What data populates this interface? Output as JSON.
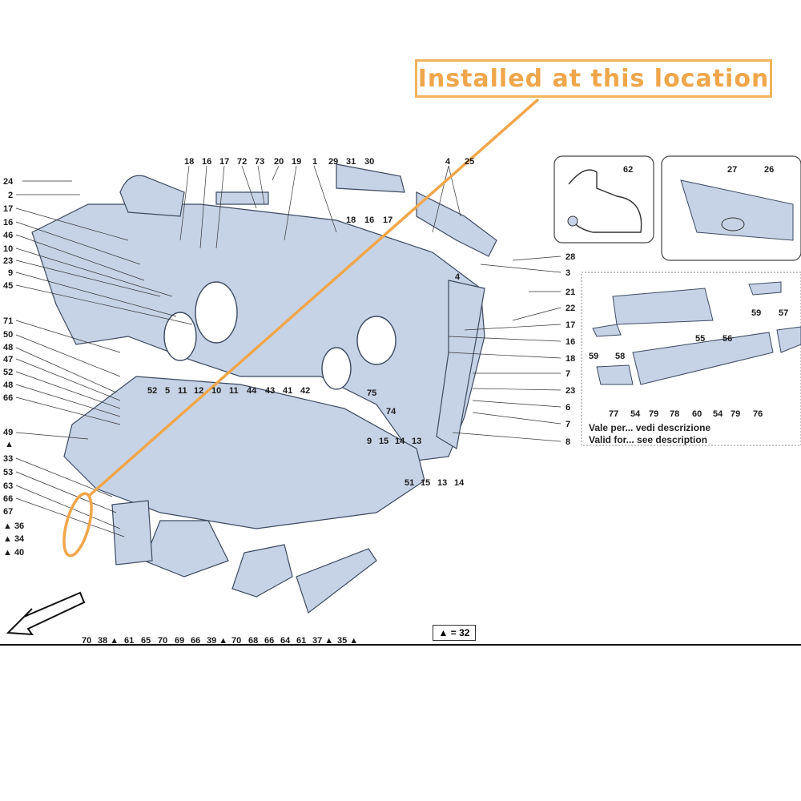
{
  "callout": {
    "text": "Installed at this location",
    "color": "#f0a64a"
  },
  "legend": {
    "text": "▲ = 32"
  },
  "note": {
    "line1": "Vale per... vedi descrizione",
    "line2": "Valid for... see description"
  },
  "colors": {
    "part_fill": "#c6d3e6",
    "part_stroke": "#3b4a60",
    "callout": "#f0a64a"
  },
  "labels": [
    {
      "id": "l-24",
      "text": "24"
    },
    {
      "id": "l-2",
      "text": "2"
    },
    {
      "id": "l-17a",
      "text": "17"
    },
    {
      "id": "l-16a",
      "text": "16"
    },
    {
      "id": "l-46",
      "text": "46"
    },
    {
      "id": "l-10",
      "text": "10"
    },
    {
      "id": "l-23a",
      "text": "23"
    },
    {
      "id": "l-9a",
      "text": "9"
    },
    {
      "id": "l-45",
      "text": "45"
    },
    {
      "id": "l-71",
      "text": "71"
    },
    {
      "id": "l-50",
      "text": "50"
    },
    {
      "id": "l-48a",
      "text": "48"
    },
    {
      "id": "l-47",
      "text": "47"
    },
    {
      "id": "l-52a",
      "text": "52"
    },
    {
      "id": "l-48b",
      "text": "48"
    },
    {
      "id": "l-66a",
      "text": "66"
    },
    {
      "id": "l-49",
      "text": "49"
    },
    {
      "id": "l-tri1",
      "text": "▲"
    },
    {
      "id": "l-33",
      "text": "33"
    },
    {
      "id": "l-53",
      "text": "53"
    },
    {
      "id": "l-63",
      "text": "63"
    },
    {
      "id": "l-66b",
      "text": "66"
    },
    {
      "id": "l-67",
      "text": "67"
    },
    {
      "id": "l-36",
      "text": "▲ 36"
    },
    {
      "id": "l-34",
      "text": "▲ 34"
    },
    {
      "id": "l-40",
      "text": "▲ 40"
    },
    {
      "id": "t-18a",
      "text": "18"
    },
    {
      "id": "t-16a",
      "text": "16"
    },
    {
      "id": "t-17b",
      "text": "17"
    },
    {
      "id": "t-72",
      "text": "72"
    },
    {
      "id": "t-73",
      "text": "73"
    },
    {
      "id": "t-20",
      "text": "20"
    },
    {
      "id": "t-19",
      "text": "19"
    },
    {
      "id": "t-1",
      "text": "1"
    },
    {
      "id": "t-29",
      "text": "29"
    },
    {
      "id": "t-31",
      "text": "31"
    },
    {
      "id": "t-30",
      "text": "30"
    },
    {
      "id": "t-4a",
      "text": "4"
    },
    {
      "id": "t-25",
      "text": "25"
    },
    {
      "id": "t-18b",
      "text": "18"
    },
    {
      "id": "t-16b",
      "text": "16"
    },
    {
      "id": "t-17c",
      "text": "17"
    },
    {
      "id": "r-28",
      "text": "28"
    },
    {
      "id": "r-4b",
      "text": "4"
    },
    {
      "id": "r-3",
      "text": "3"
    },
    {
      "id": "r-21",
      "text": "21"
    },
    {
      "id": "r-22",
      "text": "22"
    },
    {
      "id": "r-17d",
      "text": "17"
    },
    {
      "id": "r-16c",
      "text": "16"
    },
    {
      "id": "r-18c",
      "text": "18"
    },
    {
      "id": "r-7a",
      "text": "7"
    },
    {
      "id": "r-23b",
      "text": "23"
    },
    {
      "id": "r-6",
      "text": "6"
    },
    {
      "id": "r-7b",
      "text": "7"
    },
    {
      "id": "r-8",
      "text": "8"
    },
    {
      "id": "m-52b",
      "text": "52"
    },
    {
      "id": "m-5",
      "text": "5"
    },
    {
      "id": "m-11a",
      "text": "11"
    },
    {
      "id": "m-12",
      "text": "12"
    },
    {
      "id": "m-10b",
      "text": "10"
    },
    {
      "id": "m-11b",
      "text": "11"
    },
    {
      "id": "m-44",
      "text": "44"
    },
    {
      "id": "m-43",
      "text": "43"
    },
    {
      "id": "m-41",
      "text": "41"
    },
    {
      "id": "m-42",
      "text": "42"
    },
    {
      "id": "m-75",
      "text": "75"
    },
    {
      "id": "m-74",
      "text": "74"
    },
    {
      "id": "m-9b",
      "text": "9"
    },
    {
      "id": "m-15a",
      "text": "15"
    },
    {
      "id": "m-14a",
      "text": "14"
    },
    {
      "id": "m-13a",
      "text": "13"
    },
    {
      "id": "m-51",
      "text": "51"
    },
    {
      "id": "m-15b",
      "text": "15"
    },
    {
      "id": "m-13b",
      "text": "13"
    },
    {
      "id": "m-14b",
      "text": "14"
    },
    {
      "id": "b-70a",
      "text": "70"
    },
    {
      "id": "b-38",
      "text": "38 ▲"
    },
    {
      "id": "b-61a",
      "text": "61"
    },
    {
      "id": "b-65",
      "text": "65"
    },
    {
      "id": "b-70b",
      "text": "70"
    },
    {
      "id": "b-69",
      "text": "69"
    },
    {
      "id": "b-66c",
      "text": "66"
    },
    {
      "id": "b-39",
      "text": "39 ▲"
    },
    {
      "id": "b-70c",
      "text": "70"
    },
    {
      "id": "b-68",
      "text": "68"
    },
    {
      "id": "b-66d",
      "text": "66"
    },
    {
      "id": "b-64",
      "text": "64"
    },
    {
      "id": "b-61b",
      "text": "61"
    },
    {
      "id": "b-37",
      "text": "37 ▲"
    },
    {
      "id": "b-35",
      "text": "35 ▲"
    },
    {
      "id": "i-62",
      "text": "62"
    },
    {
      "id": "i-27",
      "text": "27"
    },
    {
      "id": "i-26",
      "text": "26"
    },
    {
      "id": "i-57",
      "text": "57"
    },
    {
      "id": "i-59a",
      "text": "59"
    },
    {
      "id": "i-55",
      "text": "55"
    },
    {
      "id": "i-56",
      "text": "56"
    },
    {
      "id": "i-59b",
      "text": "59"
    },
    {
      "id": "i-58",
      "text": "58"
    },
    {
      "id": "i-77",
      "text": "77"
    },
    {
      "id": "i-54a",
      "text": "54"
    },
    {
      "id": "i-79a",
      "text": "79"
    },
    {
      "id": "i-78",
      "text": "78"
    },
    {
      "id": "i-60",
      "text": "60"
    },
    {
      "id": "i-54b",
      "text": "54"
    },
    {
      "id": "i-79b",
      "text": "79"
    },
    {
      "id": "i-76",
      "text": "76"
    }
  ]
}
